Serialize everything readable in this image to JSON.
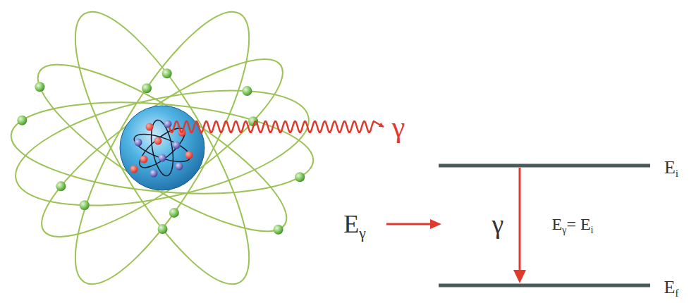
{
  "diagram": {
    "labels": [
      "γ",
      "Ei",
      "Eγ",
      "γ",
      "Eγ= Ei",
      "Ef"
    ]
  }
}
